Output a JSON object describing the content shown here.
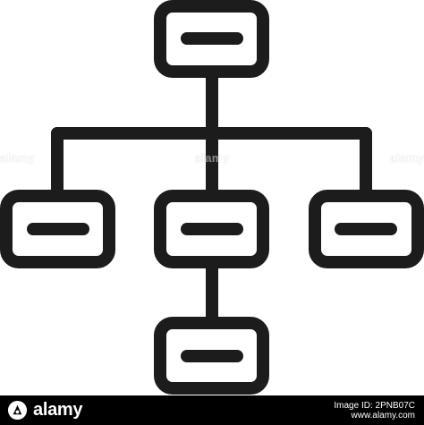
{
  "diagram": {
    "stroke_color": "#1c1c1c",
    "nodes": [
      {
        "name": "top",
        "level": 1
      },
      {
        "name": "left",
        "level": 2
      },
      {
        "name": "center",
        "level": 2
      },
      {
        "name": "right",
        "level": 2
      },
      {
        "name": "bottom",
        "level": 3
      }
    ],
    "edges": [
      [
        "top",
        "left"
      ],
      [
        "top",
        "center"
      ],
      [
        "top",
        "right"
      ],
      [
        "center",
        "bottom"
      ]
    ]
  },
  "watermark": {
    "text": "alamy"
  },
  "footer": {
    "brand": "alamy",
    "image_id_label": "Image ID: 2PNB07C",
    "url": "www.alamy.com",
    "background": "#000000"
  }
}
